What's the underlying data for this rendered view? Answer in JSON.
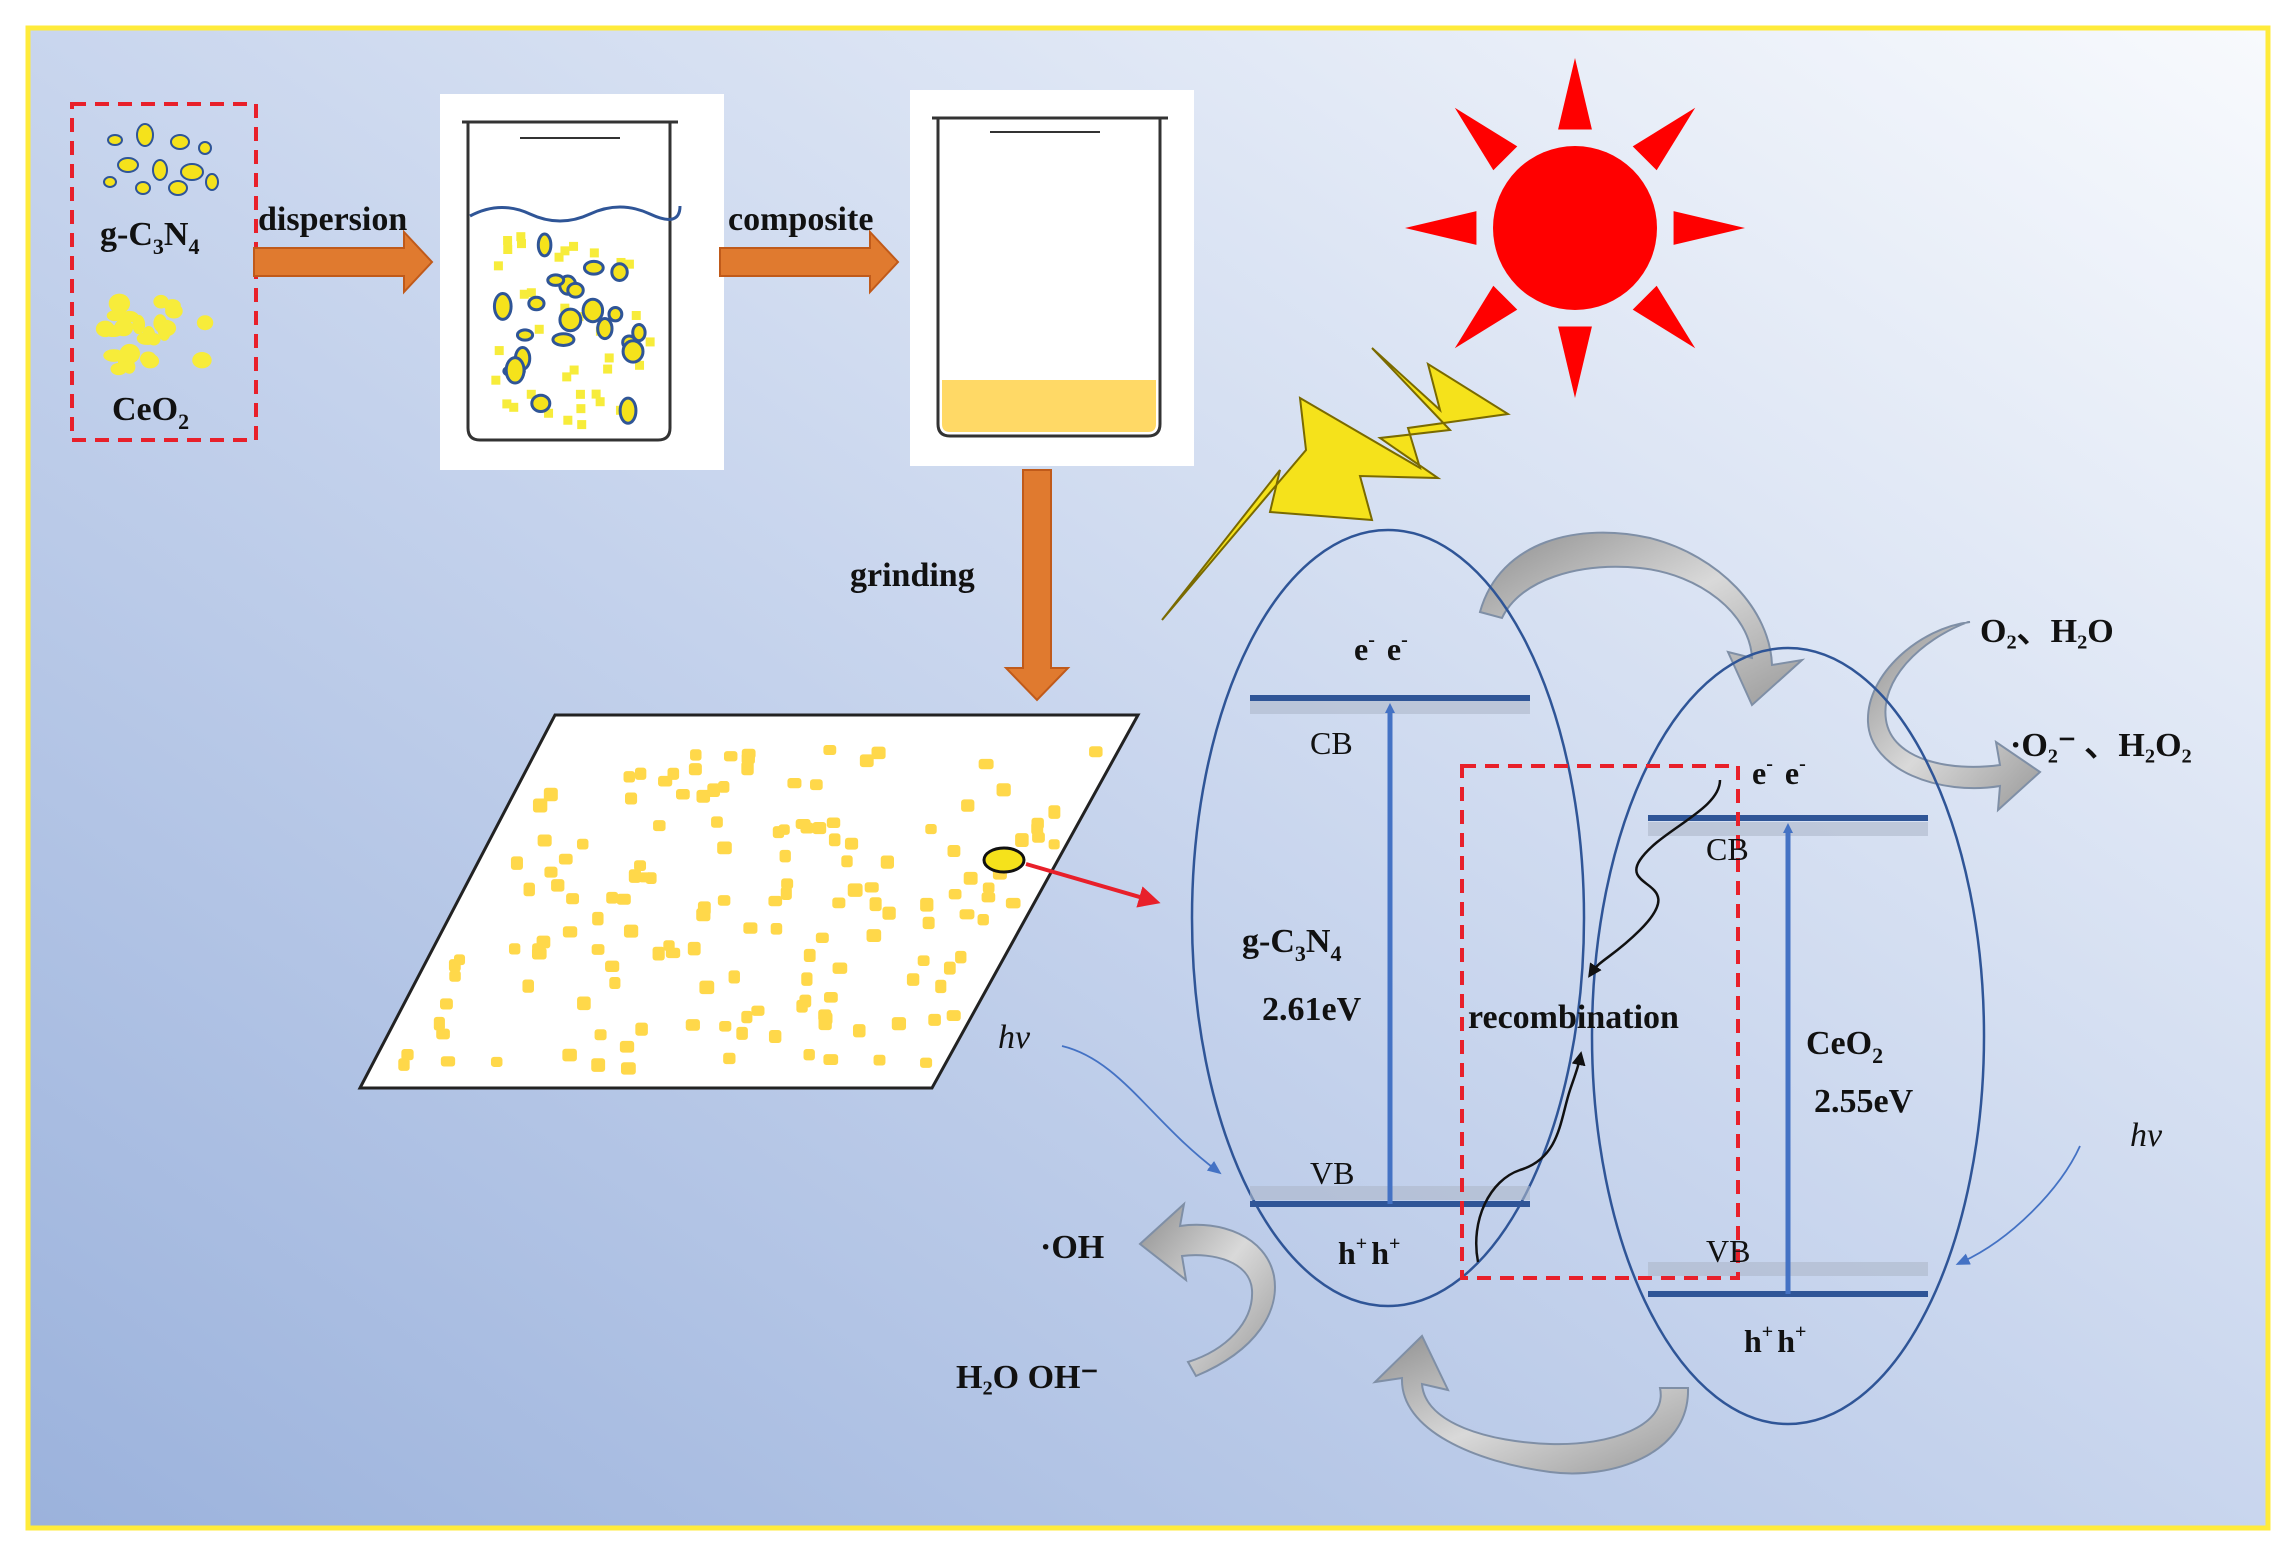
{
  "materials": {
    "gcn": {
      "base": "g-C",
      "sub1": "3",
      "mid": "N",
      "sub2": "4"
    },
    "ceo2": {
      "base": "CeO",
      "sub": "2"
    }
  },
  "steps": {
    "dispersion": "dispersion",
    "composite": "composite",
    "grinding": "grinding"
  },
  "bands": {
    "cb": "CB",
    "vb": "VB",
    "electrons": "e",
    "electron_sup": "-",
    "holes": "h",
    "hole_sup": "+",
    "recombination": "recombination",
    "hv": "hν"
  },
  "gcn_panel": {
    "name": {
      "base": "g-C",
      "sub1": "3",
      "mid": "N",
      "sub2": "4"
    },
    "gap": "2.61eV"
  },
  "ceo2_panel": {
    "name": {
      "base": "CeO",
      "sub": "2"
    },
    "gap": "2.55eV"
  },
  "reactions": {
    "reactants_top": "O₂、H₂O",
    "products_top": "·O₂⁻ 、H₂O₂",
    "product_bottom": "·OH",
    "reactants_bottom": "H₂O  OH⁻"
  },
  "colors": {
    "arrow_orange": "#e07a2f",
    "band_blue": "#2f5597",
    "transition_blue": "#4472c4",
    "sun_red": "#ff0000",
    "bolt_yellow": "#f5e21b",
    "particle_yellow": "#ffd84a",
    "dashed_red": "#e8202a",
    "frame_yellow": "#ffeb3b",
    "curve_gray": "#a6a6a6"
  }
}
